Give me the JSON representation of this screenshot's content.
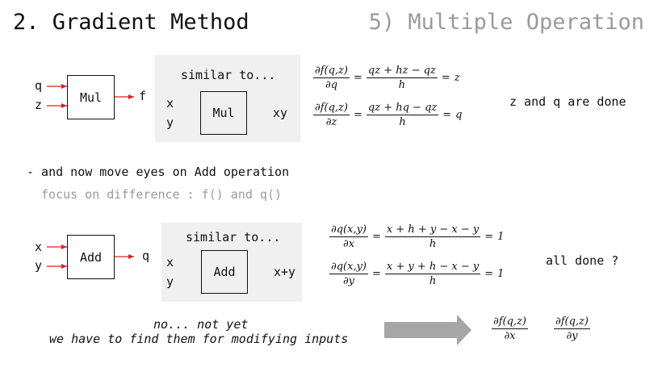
{
  "header": {
    "title": "2. Gradient Method",
    "subtitle": "5) Multiple Operation"
  },
  "mul_section": {
    "inputs": [
      "q",
      "z"
    ],
    "box_label": "Mul",
    "output": "f",
    "panel": {
      "caption": "similar to...",
      "inputs": [
        "x",
        "y"
      ],
      "box_label": "Mul",
      "output": "xy"
    },
    "eq1": {
      "lhs_num": "∂f(q,z)",
      "lhs_den": "∂q",
      "rhs_num": "qz + hz − qz",
      "rhs_den": "h",
      "result": "z"
    },
    "eq2": {
      "lhs_num": "∂f(q,z)",
      "lhs_den": "∂z",
      "rhs_num": "qz + hq − qz",
      "rhs_den": "h",
      "result": "q"
    },
    "note": "z and q are done"
  },
  "middle": {
    "line1": "- and now move eyes on Add operation",
    "line2": "focus on difference : f() and q()"
  },
  "add_section": {
    "inputs": [
      "x",
      "y"
    ],
    "box_label": "Add",
    "output": "q",
    "panel": {
      "caption": "similar to...",
      "inputs": [
        "x",
        "y"
      ],
      "box_label": "Add",
      "output": "x+y"
    },
    "eq1": {
      "lhs_num": "∂q(x,y)",
      "lhs_den": "∂x",
      "rhs_num": "x + h + y − x − y",
      "rhs_den": "h",
      "result": "1"
    },
    "eq2": {
      "lhs_num": "∂q(x,y)",
      "lhs_den": "∂y",
      "rhs_num": "x + y + h − x − y",
      "rhs_den": "h",
      "result": "1"
    },
    "note": "all done ?"
  },
  "footer": {
    "line1": "no... not yet",
    "line2": "we have to find them for modifying inputs",
    "arrow_color": "#a6a6a6",
    "frac1": {
      "num": "∂f(q,z)",
      "den": "∂x"
    },
    "frac2": {
      "num": "∂f(q,z)",
      "den": "∂y"
    }
  },
  "colors": {
    "arrow": "#e0201b",
    "panel": "#f0f0f0",
    "muted": "#9a9a9a"
  }
}
